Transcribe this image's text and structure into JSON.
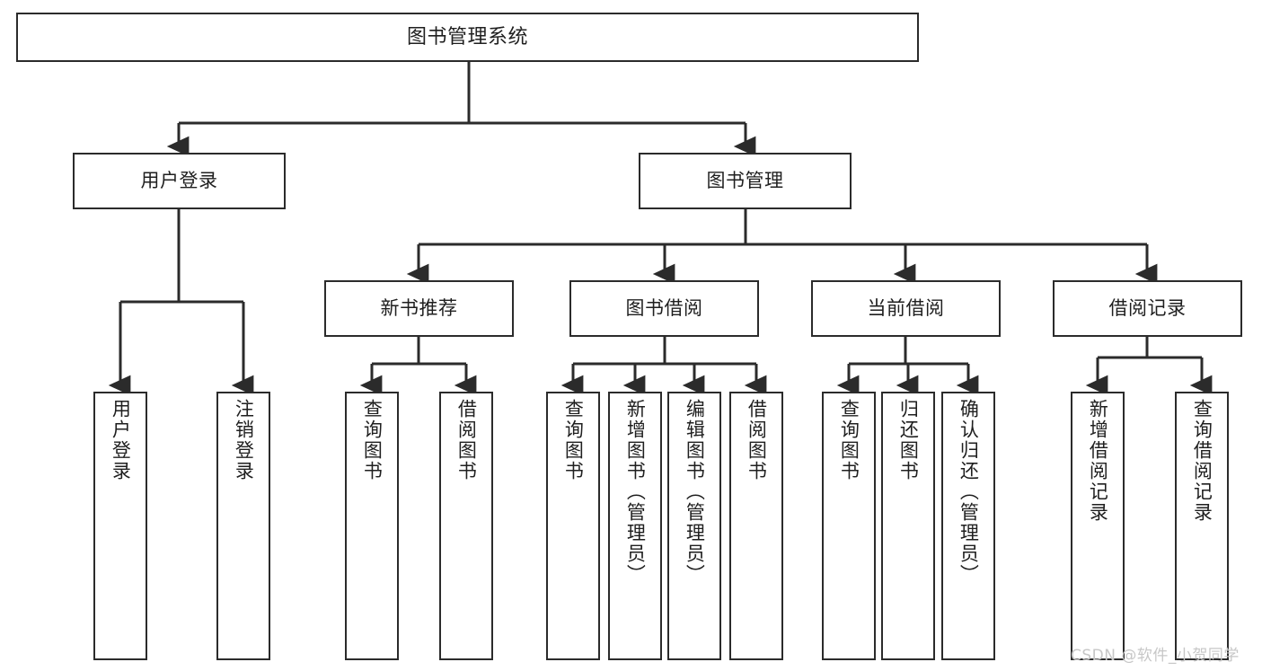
{
  "diagram": {
    "title": "图书管理系统",
    "type": "tree-structure-chart",
    "line_color": "#2b2b2b",
    "box_fill": "#ffffff",
    "text_color": "#1f1f1f",
    "watermark": "CSDN @软件_小贺同学",
    "nodes": {
      "root": {
        "label": "图书管理系统"
      },
      "level1": [
        {
          "id": "user-login",
          "label": "用户登录"
        },
        {
          "id": "book-manage",
          "label": "图书管理"
        }
      ],
      "level2": [
        {
          "id": "new-book-recommend",
          "label": "新书推荐"
        },
        {
          "id": "book-borrow",
          "label": "图书借阅"
        },
        {
          "id": "current-borrow",
          "label": "当前借阅"
        },
        {
          "id": "borrow-record",
          "label": "借阅记录"
        }
      ],
      "leaves": {
        "user_login": [
          {
            "id": "leaf-user-login",
            "label": "用户登录"
          },
          {
            "id": "leaf-logout-login",
            "label": "注销登录"
          }
        ],
        "new_book_recommend": [
          {
            "id": "leaf-query-book-1",
            "label": "查询图书"
          },
          {
            "id": "leaf-borrow-book-1",
            "label": "借阅图书"
          }
        ],
        "book_borrow": [
          {
            "id": "leaf-query-book-2",
            "label": "查询图书"
          },
          {
            "id": "leaf-add-book-admin",
            "label": "新增图书（管理员）"
          },
          {
            "id": "leaf-edit-book-admin",
            "label": "编辑图书（管理员）"
          },
          {
            "id": "leaf-borrow-book-2",
            "label": "借阅图书"
          }
        ],
        "current_borrow": [
          {
            "id": "leaf-query-book-3",
            "label": "查询图书"
          },
          {
            "id": "leaf-return-book",
            "label": "归还图书"
          },
          {
            "id": "leaf-confirm-return-admin",
            "label": "确认归还（管理员）"
          }
        ],
        "borrow_record": [
          {
            "id": "leaf-add-borrow-record",
            "label": "新增借阅记录"
          },
          {
            "id": "leaf-query-borrow-record",
            "label": "查询借阅记录"
          }
        ]
      }
    }
  }
}
